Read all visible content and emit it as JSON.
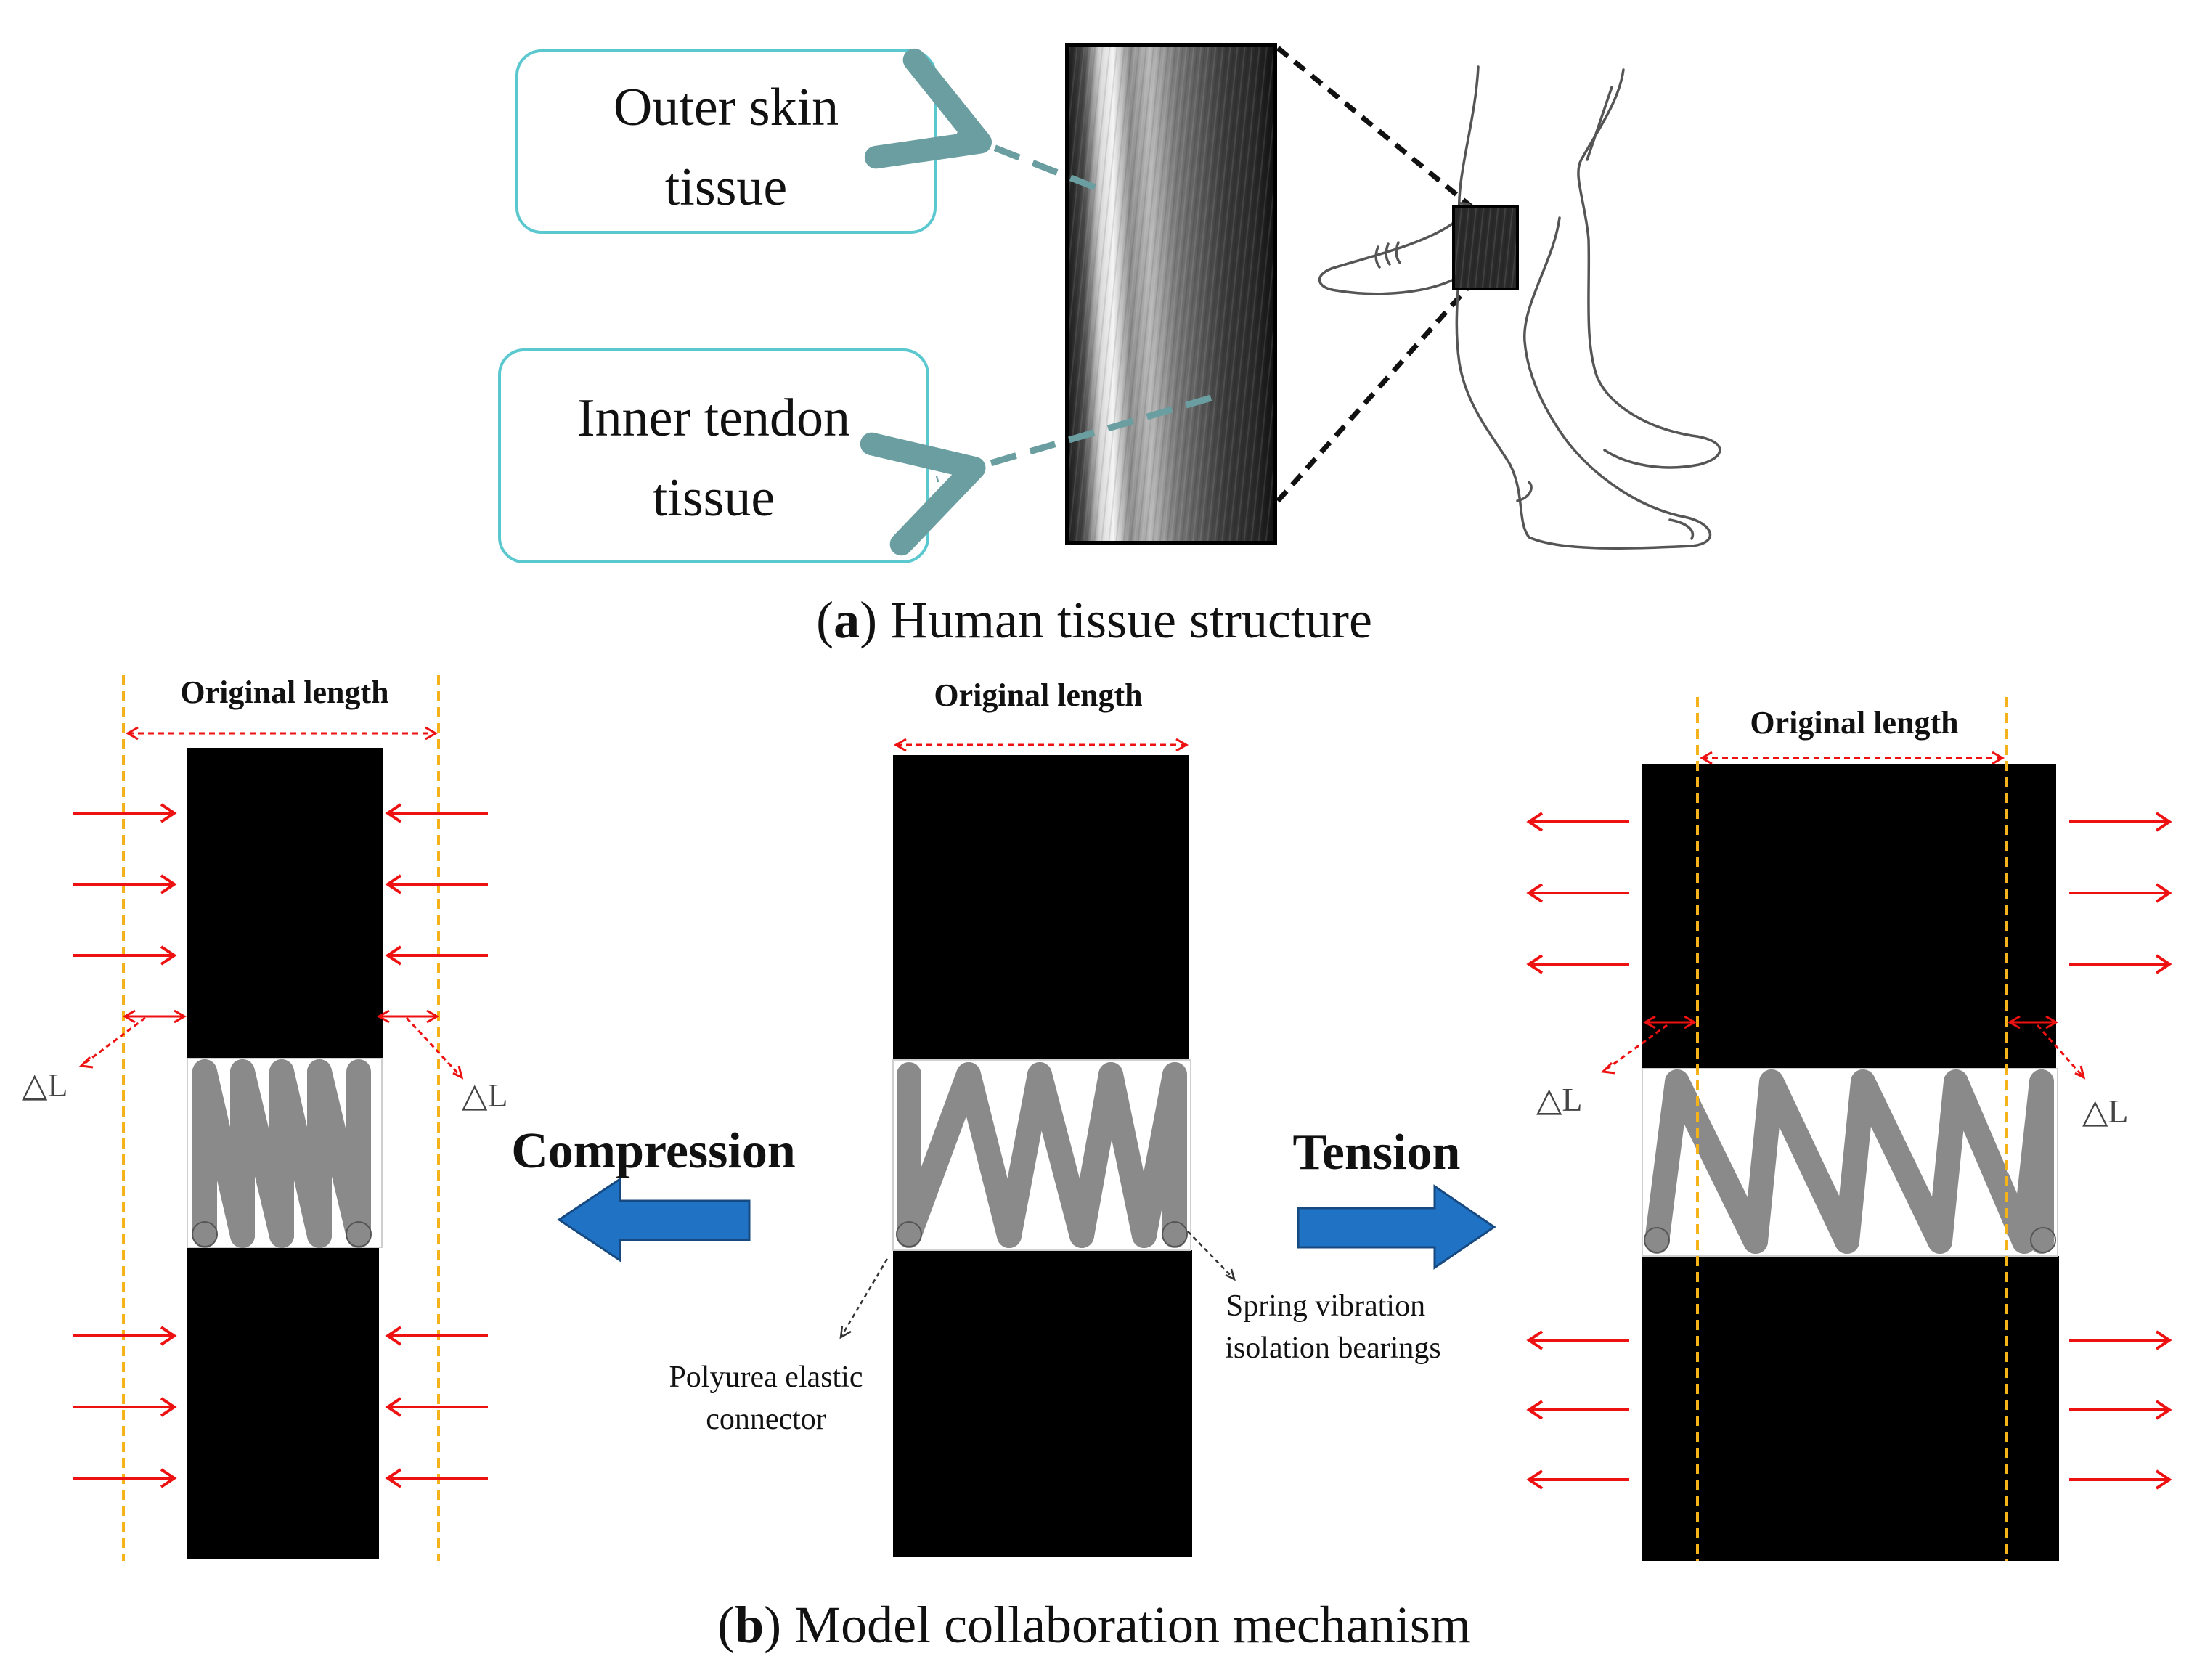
{
  "panel_a": {
    "label_outer": [
      "Outer skin",
      "tissue"
    ],
    "label_inner": [
      "Inner tendon",
      "tissue"
    ],
    "caption_letter": "a",
    "caption_text": " Human tissue structure"
  },
  "panel_b": {
    "left_original_length": "Original length",
    "center_original_length": "Original length",
    "right_original_length": "Original length",
    "delta_l": "△L",
    "compression": "Compression",
    "tension": "Tension",
    "polyurea": [
      "Polyurea elastic",
      "connector"
    ],
    "spring_bearings": [
      "Spring vibration",
      "isolation bearings"
    ],
    "caption_letter": "b",
    "caption_text": " Model collaboration mechanism"
  },
  "colors": {
    "box_border": "#5bc8d0",
    "dashed_arrow": "#6a9ea0",
    "force_arrow": "#ee1111",
    "guide_line": "#f6b21a",
    "block_arrow": "#1f72c4",
    "spring": "#8a8a8a"
  }
}
